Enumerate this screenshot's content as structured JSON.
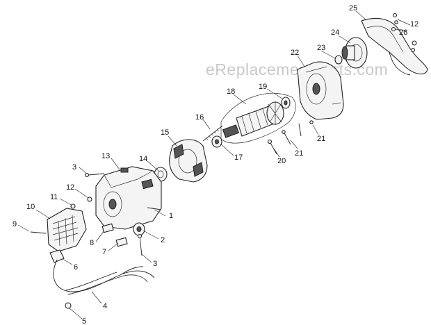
{
  "watermark": "eReplacementParts.com",
  "callouts": [
    {
      "id": "c1",
      "text": "1"
    },
    {
      "id": "c2",
      "text": "2"
    },
    {
      "id": "c3a",
      "text": "3"
    },
    {
      "id": "c3b",
      "text": "3"
    },
    {
      "id": "c4",
      "text": "4"
    },
    {
      "id": "c5",
      "text": "5"
    },
    {
      "id": "c6",
      "text": "6"
    },
    {
      "id": "c7",
      "text": "7"
    },
    {
      "id": "c8",
      "text": "8"
    },
    {
      "id": "c9",
      "text": "9"
    },
    {
      "id": "c10",
      "text": "10"
    },
    {
      "id": "c11",
      "text": "11"
    },
    {
      "id": "c12a",
      "text": "12"
    },
    {
      "id": "c12b",
      "text": "12"
    },
    {
      "id": "c13",
      "text": "13"
    },
    {
      "id": "c14",
      "text": "14"
    },
    {
      "id": "c15",
      "text": "15"
    },
    {
      "id": "c16",
      "text": "16"
    },
    {
      "id": "c17",
      "text": "17"
    },
    {
      "id": "c18",
      "text": "18"
    },
    {
      "id": "c19",
      "text": "19"
    },
    {
      "id": "c20",
      "text": "20"
    },
    {
      "id": "c21a",
      "text": "21"
    },
    {
      "id": "c21b",
      "text": "21"
    },
    {
      "id": "c22",
      "text": "22"
    },
    {
      "id": "c23",
      "text": "23"
    },
    {
      "id": "c24",
      "text": "24"
    },
    {
      "id": "c25",
      "text": "25"
    },
    {
      "id": "c26",
      "text": "26"
    }
  ]
}
